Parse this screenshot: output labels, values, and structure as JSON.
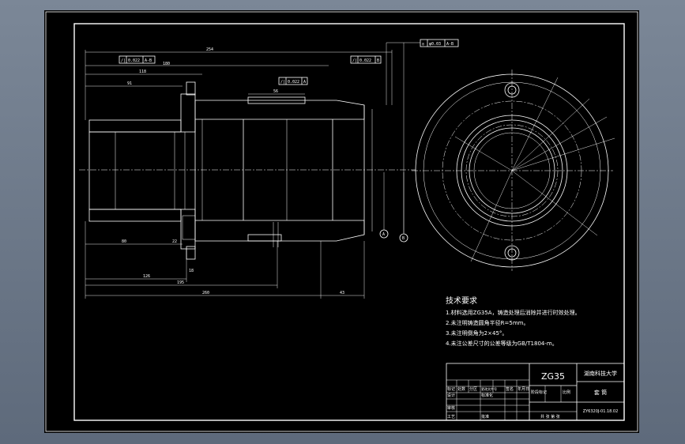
{
  "drawing": {
    "dims_top": [
      "254",
      "180",
      "118",
      "91",
      "56"
    ],
    "dims_bottom": [
      "80",
      "22",
      "126",
      "195",
      "260",
      "43",
      "18"
    ],
    "gtol": [
      {
        "sym": "/|",
        "val": "0.022",
        "ref": "A-B"
      },
      {
        "sym": "/|",
        "val": "0.022",
        "ref": "B"
      },
      {
        "sym": "/|",
        "val": "0.022",
        "ref": "A"
      },
      {
        "sym": "◎",
        "val": "φ0.03",
        "ref": "A-B"
      }
    ],
    "datums": [
      "A",
      "B"
    ]
  },
  "requirements": {
    "title": "技术要求",
    "items": [
      "1.材料选用ZG35A，铸造处理后消除并进行时效处理。",
      "2.未注明铸造圆角半径R=5mm。",
      "3.未注明倒角为2×45°。",
      "4.未注公差尺寸的公差等级为GB/T1804-m。"
    ]
  },
  "title_block": {
    "material": "ZG35",
    "school": "湖南科技大学",
    "part_name": "套  筒",
    "drawing_no": "ZY6320J-01.18.02",
    "header_cells": [
      "标记",
      "处数",
      "分区",
      "更改文件号",
      "签名",
      "年月日"
    ],
    "roles": [
      "设计",
      "标准化",
      "审核",
      "工艺",
      "批准"
    ],
    "stage_label": "阶段标记",
    "scale_label": "比例",
    "sheet_label": "共 张 第 张"
  }
}
